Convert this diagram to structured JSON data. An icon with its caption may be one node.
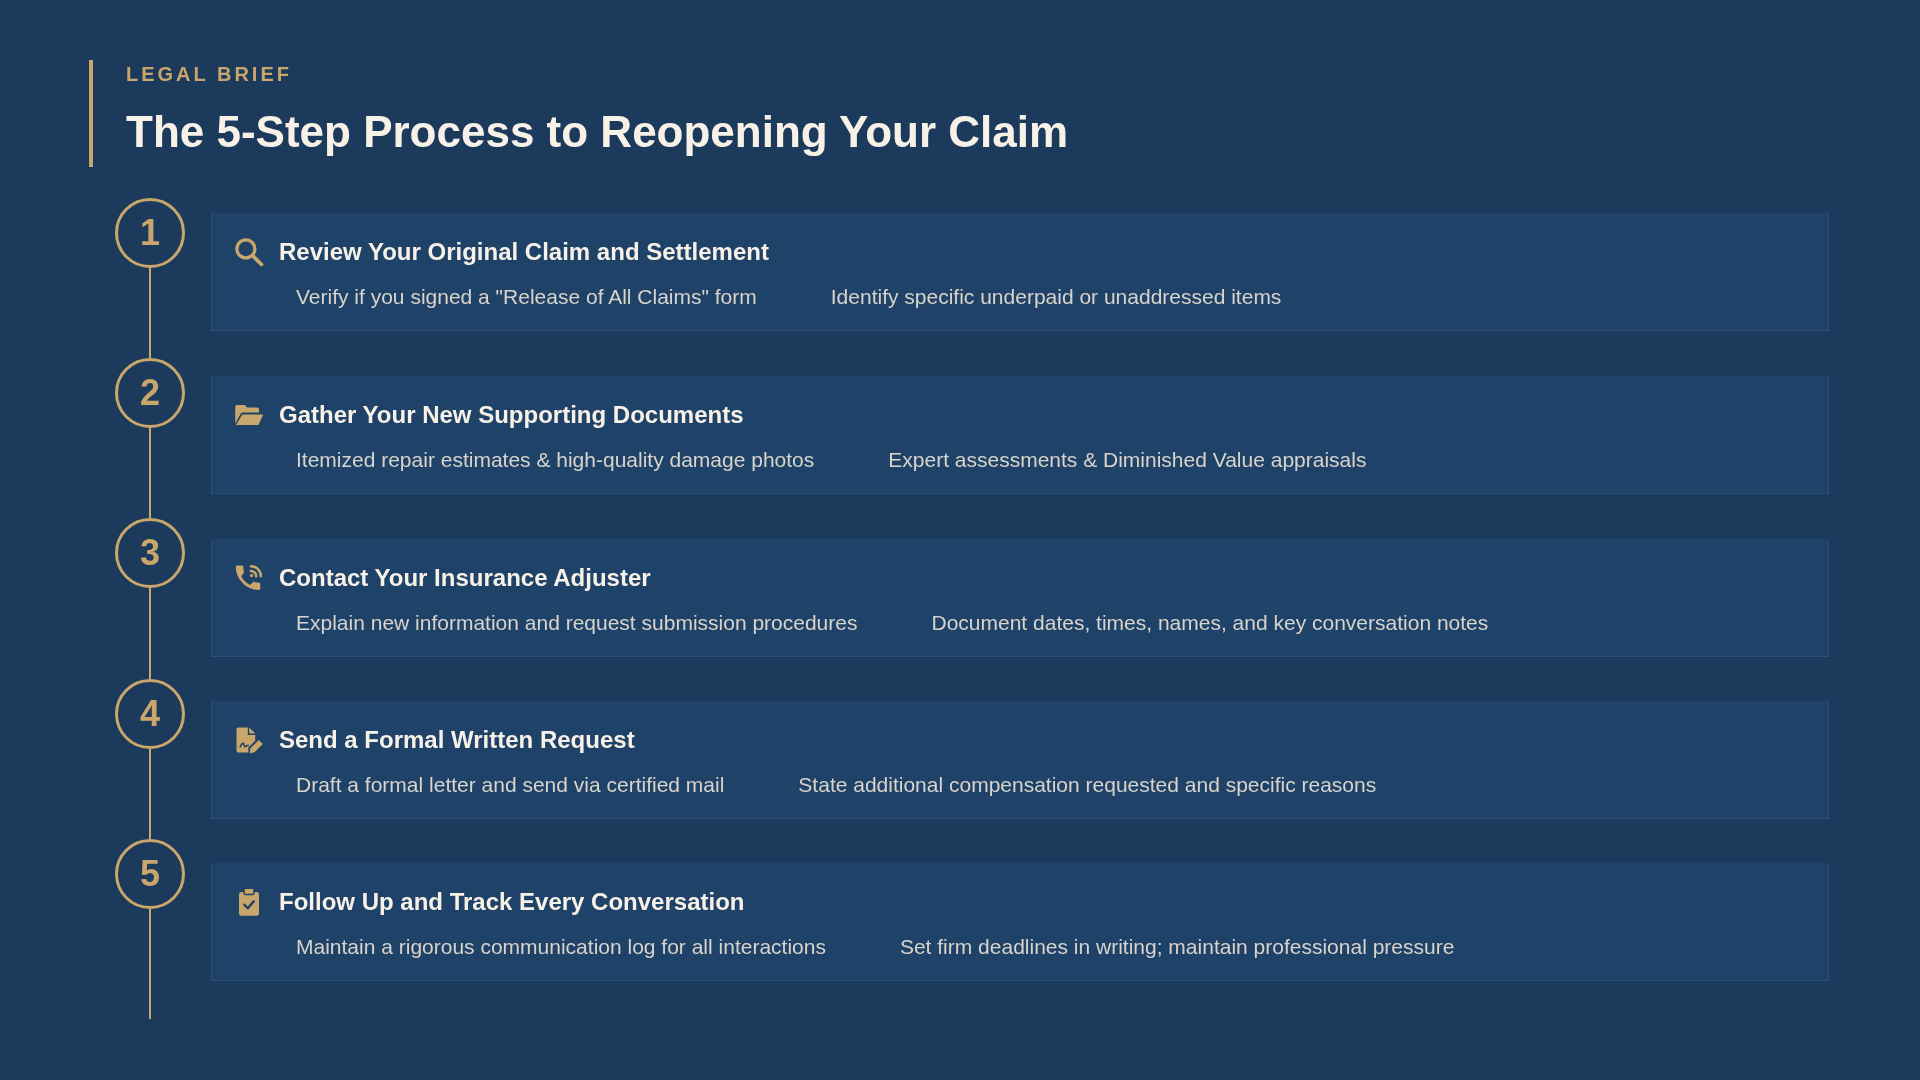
{
  "diagram": {
    "title": "The 5-Step Process to Reopening Your Claim",
    "nodes": [
      {
        "text": [
          "1"
        ]
      },
      {
        "text": [
          "Review Your Original Claim and Settlement",
          "Verify if you signed a \"Release of All Claims\" form",
          "Identify specific underpaid or unaddressed items"
        ]
      },
      {
        "text": [
          "2"
        ]
      },
      {
        "text": [
          "Gather Your New Supporting Documents",
          "Itemized repair estimates & high-quality damage photos",
          "Expert assessments & Diminished Value appraisals"
        ]
      },
      {
        "text": [
          "3"
        ]
      },
      {
        "text": [
          "Contact Your Insurance Adjuster",
          "Explain new information and request submission procedures",
          "Document dates, times, names, and key conversation notes"
        ]
      },
      {
        "text": [
          "4"
        ]
      },
      {
        "text": [
          "Send a Formal Written Request",
          "Draft a formal letter and send via certified mail",
          "State additional compensation requested and specific reasons"
        ]
      },
      {
        "text": [
          "5"
        ]
      },
      {
        "text": [
          "Follow Up and Track Every Conversation",
          "Maintain a rigorous communication log for all interactions",
          "Set firm deadlines in writing; maintain professional pressure"
        ]
      }
    ],
    "edges": [
      {
        "from": 0,
        "to": 2,
        "arrow": "none"
      },
      {
        "from": 2,
        "to": 4,
        "arrow": "none"
      },
      {
        "from": 4,
        "to": 6,
        "arrow": "none"
      },
      {
        "from": 6,
        "to": 8,
        "arrow": "none"
      },
      {
        "from": 8,
        "to": null,
        "arrow": "none"
      }
    ],
    "labels": [
      "LEGAL BRIEF"
    ]
  }
}
